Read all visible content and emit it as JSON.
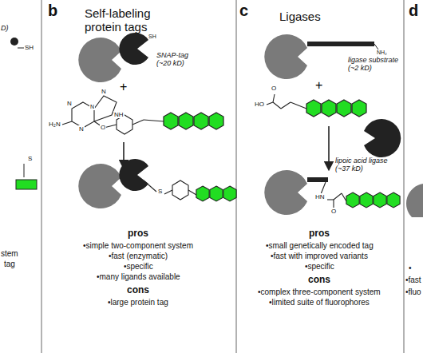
{
  "diagram": {
    "labels": [
      "D)",
      "SH",
      "S",
      "stem",
      "tag",
      "b",
      "Self-labeling protein tags",
      "SNAP-tag (~20 kD)",
      "SH",
      "N",
      "NH",
      "N",
      "H₂N",
      "N",
      "O",
      "N",
      "S",
      "pros",
      "•simple two-component system",
      "•fast (enzymatic)",
      "•specific",
      "•many ligands available",
      "cons",
      "•large protein tag",
      "c",
      "Ligases",
      "ligase substrate (~2 kD)",
      "NH₂",
      "HO",
      "O",
      "lipoic acid ligase (~37 kD)",
      "HN",
      "O",
      "pros",
      "•small genetically encoded tag",
      "•fast with improved variants",
      "•specific",
      "cons",
      "•complex three-component system",
      "•limited suite of fluorophores",
      "d",
      "•",
      "•fast",
      "•fluo"
    ]
  }
}
